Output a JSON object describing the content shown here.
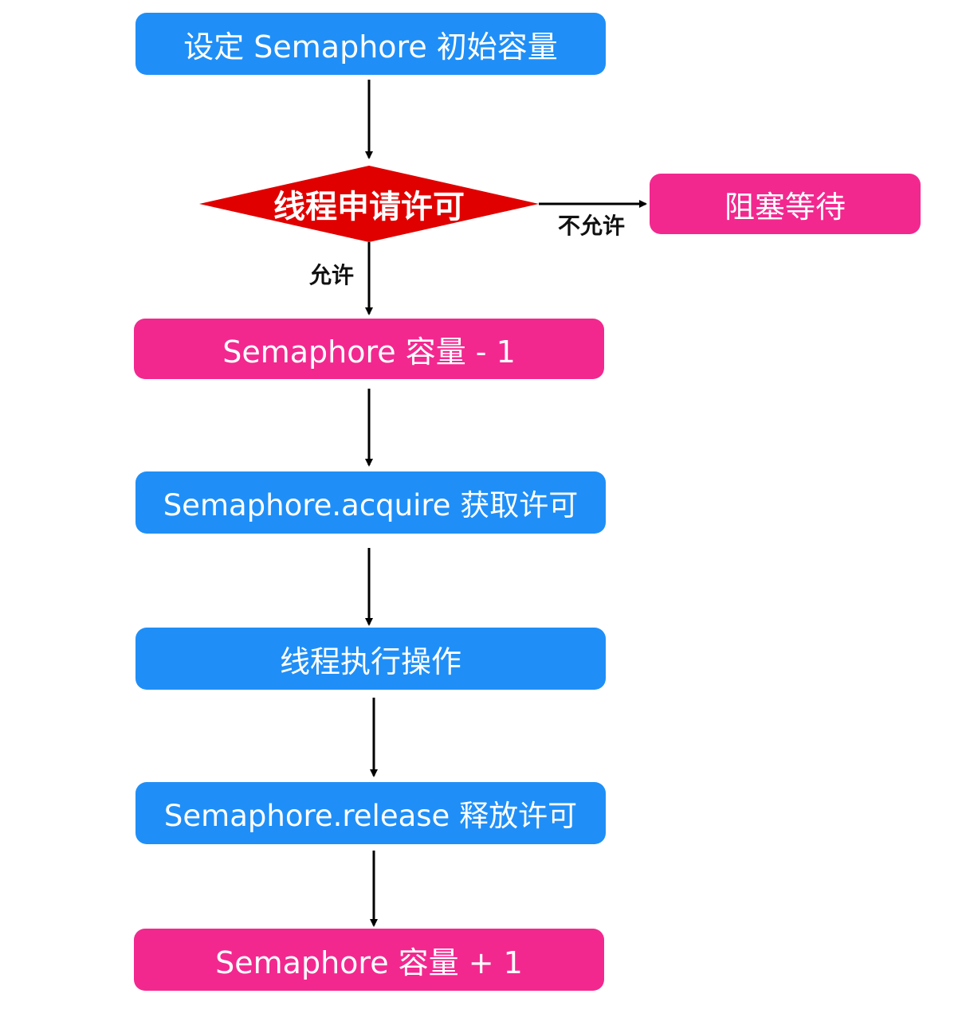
{
  "nodes": {
    "init": "设定 Semaphore 初始容量",
    "decision": "线程申请许可",
    "blocked": "阻塞等待",
    "decrement": "Semaphore 容量 - 1",
    "acquire": "Semaphore.acquire 获取许可",
    "execute": "线程执行操作",
    "release": "Semaphore.release 释放许可",
    "increment": "Semaphore 容量 + 1"
  },
  "edge_labels": {
    "allow": "允许",
    "deny": "不允许"
  },
  "colors": {
    "process_blue": "#1f8ff7",
    "process_pink": "#f2288f",
    "decision_red": "#e00000",
    "arrow": "#000000"
  }
}
